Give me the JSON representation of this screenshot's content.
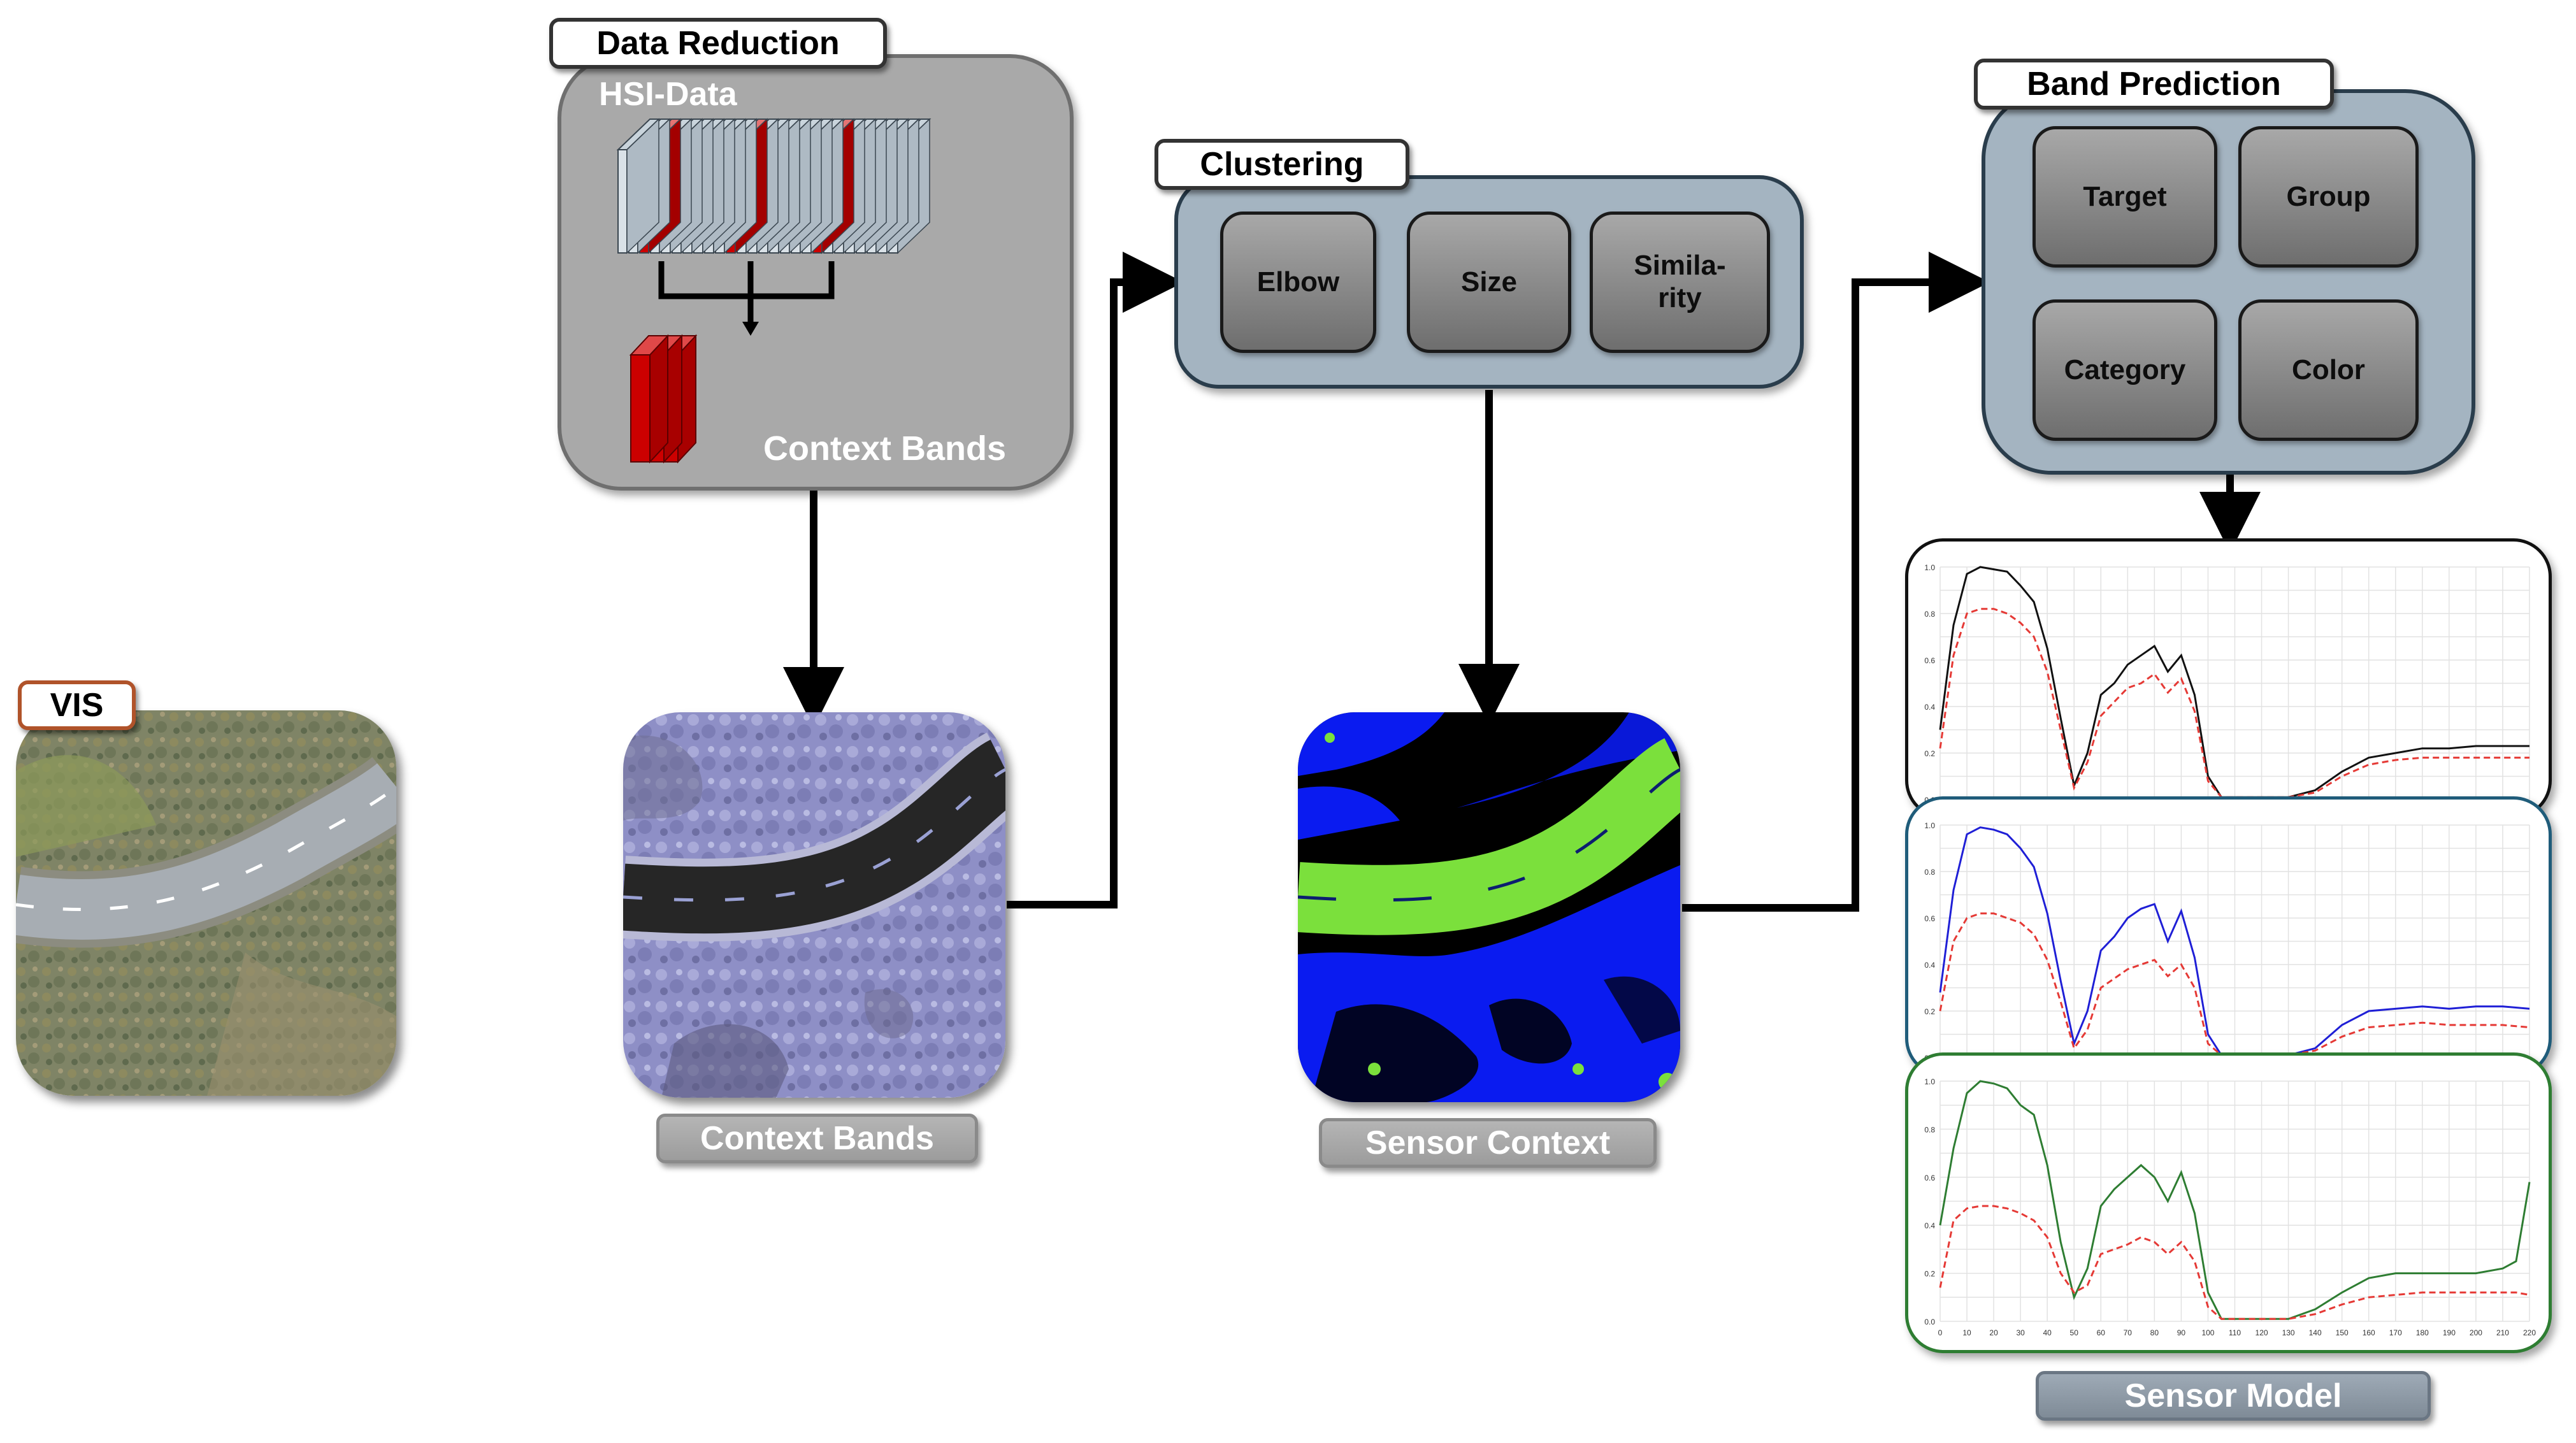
{
  "vis": {
    "tag": "VIS"
  },
  "data_reduction": {
    "tag": "Data Reduction",
    "hsi_label": "HSI-Data",
    "context_bands_label": "Context Bands"
  },
  "context_bands_image": {
    "caption": "Context Bands"
  },
  "clustering": {
    "tag": "Clustering",
    "buttons": [
      "Elbow",
      "Size",
      "Simila-\nrity"
    ]
  },
  "sensor_context_image": {
    "caption": "Sensor Context"
  },
  "band_prediction": {
    "tag": "Band Prediction",
    "buttons": [
      "Target",
      "Group",
      "Category",
      "Color"
    ]
  },
  "sensor_model": {
    "caption": "Sensor Model"
  },
  "colors": {
    "red_band": "#cc0000",
    "chart_black": "#111111",
    "chart_blue": "#1f1fd6",
    "chart_green": "#2e7d32",
    "reference_red": "#e53935",
    "context_fill": "#7be03c",
    "context_blue": "#0a1bf0"
  },
  "chart_data": [
    {
      "type": "line",
      "x": [
        0,
        5,
        10,
        15,
        20,
        25,
        30,
        35,
        40,
        45,
        50,
        55,
        60,
        65,
        70,
        75,
        80,
        85,
        90,
        95,
        100,
        105,
        110,
        115,
        120,
        130,
        140,
        150,
        160,
        170,
        180,
        190,
        200,
        210,
        220
      ],
      "series": [
        {
          "values": [
            0.3,
            0.75,
            0.97,
            1.0,
            0.99,
            0.98,
            0.92,
            0.85,
            0.65,
            0.35,
            0.06,
            0.2,
            0.45,
            0.5,
            0.58,
            0.62,
            0.66,
            0.55,
            0.62,
            0.45,
            0.1,
            0.01,
            0.01,
            0.01,
            0.01,
            0.01,
            0.04,
            0.12,
            0.18,
            0.2,
            0.22,
            0.22,
            0.23,
            0.23,
            0.23
          ]
        },
        {
          "values": [
            0.22,
            0.62,
            0.8,
            0.82,
            0.82,
            0.8,
            0.76,
            0.7,
            0.55,
            0.3,
            0.05,
            0.16,
            0.36,
            0.42,
            0.48,
            0.5,
            0.54,
            0.46,
            0.52,
            0.38,
            0.08,
            0.01,
            0.01,
            0.01,
            0.01,
            0.01,
            0.03,
            0.1,
            0.15,
            0.17,
            0.18,
            0.18,
            0.18,
            0.18,
            0.18
          ]
        }
      ],
      "yticks": [
        "0.0",
        "0.2",
        "0.4",
        "0.6",
        "0.8",
        "1.0"
      ],
      "ylim": [
        0,
        1
      ]
    },
    {
      "type": "line",
      "x": [
        0,
        5,
        10,
        15,
        20,
        25,
        30,
        35,
        40,
        45,
        50,
        55,
        60,
        65,
        70,
        75,
        80,
        85,
        90,
        95,
        100,
        105,
        110,
        115,
        120,
        130,
        140,
        150,
        160,
        170,
        180,
        190,
        200,
        210,
        220
      ],
      "series": [
        {
          "values": [
            0.28,
            0.72,
            0.96,
            0.99,
            0.98,
            0.96,
            0.9,
            0.82,
            0.62,
            0.33,
            0.06,
            0.2,
            0.46,
            0.52,
            0.6,
            0.64,
            0.66,
            0.5,
            0.63,
            0.43,
            0.1,
            0.01,
            0.01,
            0.01,
            0.01,
            0.01,
            0.04,
            0.14,
            0.2,
            0.21,
            0.22,
            0.21,
            0.22,
            0.22,
            0.21
          ]
        },
        {
          "values": [
            0.2,
            0.5,
            0.6,
            0.62,
            0.62,
            0.6,
            0.58,
            0.53,
            0.42,
            0.24,
            0.04,
            0.12,
            0.3,
            0.34,
            0.38,
            0.4,
            0.42,
            0.35,
            0.4,
            0.3,
            0.06,
            0.01,
            0.01,
            0.01,
            0.01,
            0.01,
            0.03,
            0.09,
            0.13,
            0.14,
            0.15,
            0.14,
            0.14,
            0.14,
            0.13
          ]
        }
      ],
      "yticks": [
        "0.0",
        "0.2",
        "0.4",
        "0.6",
        "0.8",
        "1.0"
      ],
      "ylim": [
        0,
        1
      ]
    },
    {
      "type": "line",
      "x": [
        0,
        5,
        10,
        15,
        20,
        25,
        30,
        35,
        40,
        45,
        50,
        55,
        60,
        65,
        70,
        75,
        80,
        85,
        90,
        95,
        100,
        105,
        110,
        115,
        120,
        130,
        140,
        150,
        160,
        170,
        180,
        190,
        200,
        210,
        215,
        220
      ],
      "series": [
        {
          "values": [
            0.4,
            0.72,
            0.95,
            1.0,
            0.99,
            0.97,
            0.9,
            0.86,
            0.65,
            0.33,
            0.1,
            0.22,
            0.48,
            0.55,
            0.6,
            0.65,
            0.6,
            0.5,
            0.62,
            0.45,
            0.12,
            0.01,
            0.01,
            0.01,
            0.01,
            0.01,
            0.05,
            0.12,
            0.18,
            0.2,
            0.2,
            0.2,
            0.2,
            0.22,
            0.25,
            0.58
          ]
        },
        {
          "values": [
            0.14,
            0.42,
            0.47,
            0.48,
            0.48,
            0.47,
            0.45,
            0.42,
            0.35,
            0.2,
            0.12,
            0.15,
            0.28,
            0.3,
            0.32,
            0.35,
            0.33,
            0.28,
            0.33,
            0.25,
            0.06,
            0.01,
            0.01,
            0.01,
            0.01,
            0.01,
            0.03,
            0.07,
            0.1,
            0.11,
            0.12,
            0.12,
            0.12,
            0.12,
            0.12,
            0.11
          ]
        }
      ],
      "xticks": [
        "0",
        "10",
        "20",
        "30",
        "40",
        "50",
        "60",
        "70",
        "80",
        "90",
        "100",
        "110",
        "120",
        "130",
        "140",
        "150",
        "160",
        "170",
        "180",
        "190",
        "200",
        "210",
        "220"
      ],
      "yticks": [
        "0.0",
        "0.2",
        "0.4",
        "0.6",
        "0.8",
        "1.0"
      ],
      "ylim": [
        0,
        1
      ]
    }
  ]
}
